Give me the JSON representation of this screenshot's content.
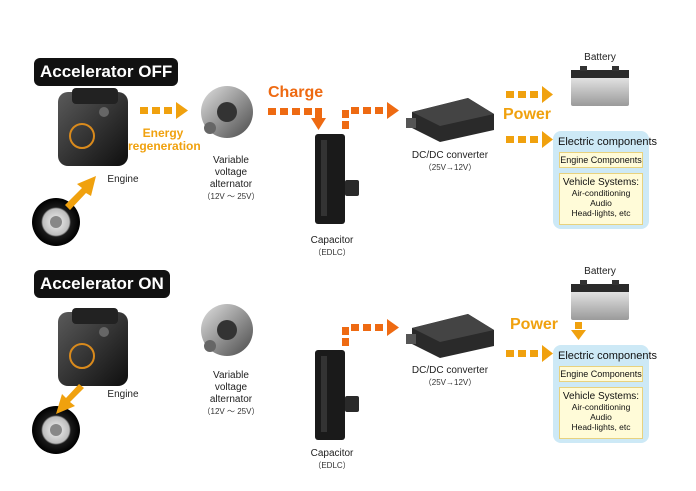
{
  "off_panel": {
    "title": "Accelerator OFF",
    "charge": "Charge",
    "energy_regeneration": "Energy\nregeneration",
    "power": "Power",
    "engine": "Engine",
    "alternator": {
      "name": "Variable\nvoltage\nalternator",
      "range": "（12V ～ 25V）"
    },
    "capacitor": {
      "name": "Capacitor",
      "sub": "（EDLC）"
    },
    "converter": {
      "name": "DC/DC converter",
      "sub": "（25V→12V）"
    },
    "battery": "Battery",
    "electric_components": {
      "title": "Electric components",
      "engine_components": "Engine Components",
      "vehicle_systems_title": "Vehicle Systems:",
      "vehicle_systems_items": [
        "Air-conditioning",
        "Audio",
        "Head-lights, etc"
      ]
    }
  },
  "on_panel": {
    "title": "Accelerator ON",
    "power": "Power",
    "engine": "Engine",
    "alternator": {
      "name": "Variable\nvoltage\nalternator",
      "range": "（12V ～ 25V）"
    },
    "capacitor": {
      "name": "Capacitor",
      "sub": "（EDLC）"
    },
    "converter": {
      "name": "DC/DC converter",
      "sub": "（25V→12V）"
    },
    "battery": "Battery",
    "electric_components": {
      "title": "Electric components",
      "engine_components": "Engine Components",
      "vehicle_systems_title": "Vehicle Systems:",
      "vehicle_systems_items": [
        "Air-conditioning",
        "Audio",
        "Head-lights, etc"
      ]
    }
  },
  "colors": {
    "charge_orange": "#ee6a12",
    "power_yellow": "#f0a10e",
    "ec_blue": "#cde9f6",
    "ec_cream": "#fffbd8"
  }
}
